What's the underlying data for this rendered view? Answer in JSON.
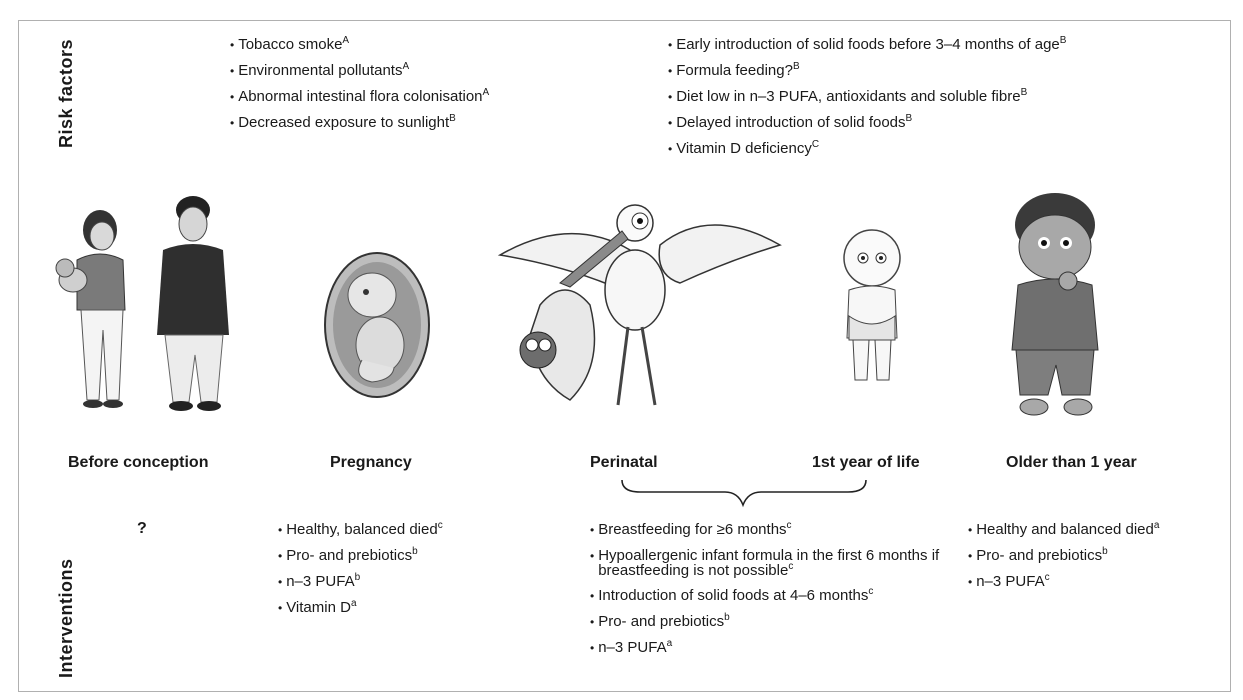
{
  "row_labels": {
    "risk": "Risk factors",
    "interventions": "Interventions"
  },
  "risk_left": [
    {
      "text": "Tobacco smoke",
      "sup": "A"
    },
    {
      "text": "Environmental pollutants",
      "sup": "A"
    },
    {
      "text": "Abnormal intestinal flora colonisation",
      "sup": "A"
    },
    {
      "text": "Decreased exposure to sunlight",
      "sup": "B"
    }
  ],
  "risk_right": [
    {
      "text": "Early introduction of solid foods before 3–4 months of age",
      "sup": "B"
    },
    {
      "text": "Formula feeding?",
      "sup": "B"
    },
    {
      "text": "Diet low in n–3 PUFA, antioxidants and soluble fibre",
      "sup": "B"
    },
    {
      "text": "Delayed introduction of solid foods",
      "sup": "B"
    },
    {
      "text": "Vitamin D deficiency",
      "sup": "C"
    }
  ],
  "stages": {
    "before": "Before conception",
    "pregnancy": "Pregnancy",
    "perinatal": "Perinatal",
    "first_year": "1st year of life",
    "older": "Older than 1 year"
  },
  "interventions": {
    "before": "?",
    "pregnancy": [
      {
        "text": "Healthy, balanced died",
        "sup": "c"
      },
      {
        "text": "Pro- and prebiotics",
        "sup": "b"
      },
      {
        "text": "n–3 PUFA",
        "sup": "b"
      },
      {
        "text": "Vitamin D",
        "sup": "a"
      }
    ],
    "perinatal": [
      {
        "text": "Breastfeeding for ≥6 months",
        "sup": "c"
      },
      {
        "text": "Hypoallergenic infant formula in the first 6 months if breastfeeding is not possible",
        "sup": "c"
      },
      {
        "text": "Introduction of solid foods at 4–6 months",
        "sup": "c"
      },
      {
        "text": "Pro- and prebiotics",
        "sup": "b"
      },
      {
        "text": "n–3 PUFA",
        "sup": "a"
      }
    ],
    "older": [
      {
        "text": "Healthy and balanced died",
        "sup": "a"
      },
      {
        "text": "Pro- and prebiotics",
        "sup": "b"
      },
      {
        "text": "n–3 PUFA",
        "sup": "c"
      }
    ]
  },
  "illustrations": [
    "parents-with-baby",
    "fetus-in-womb",
    "stork-carrying-baby",
    "standing-infant",
    "young-boy"
  ]
}
